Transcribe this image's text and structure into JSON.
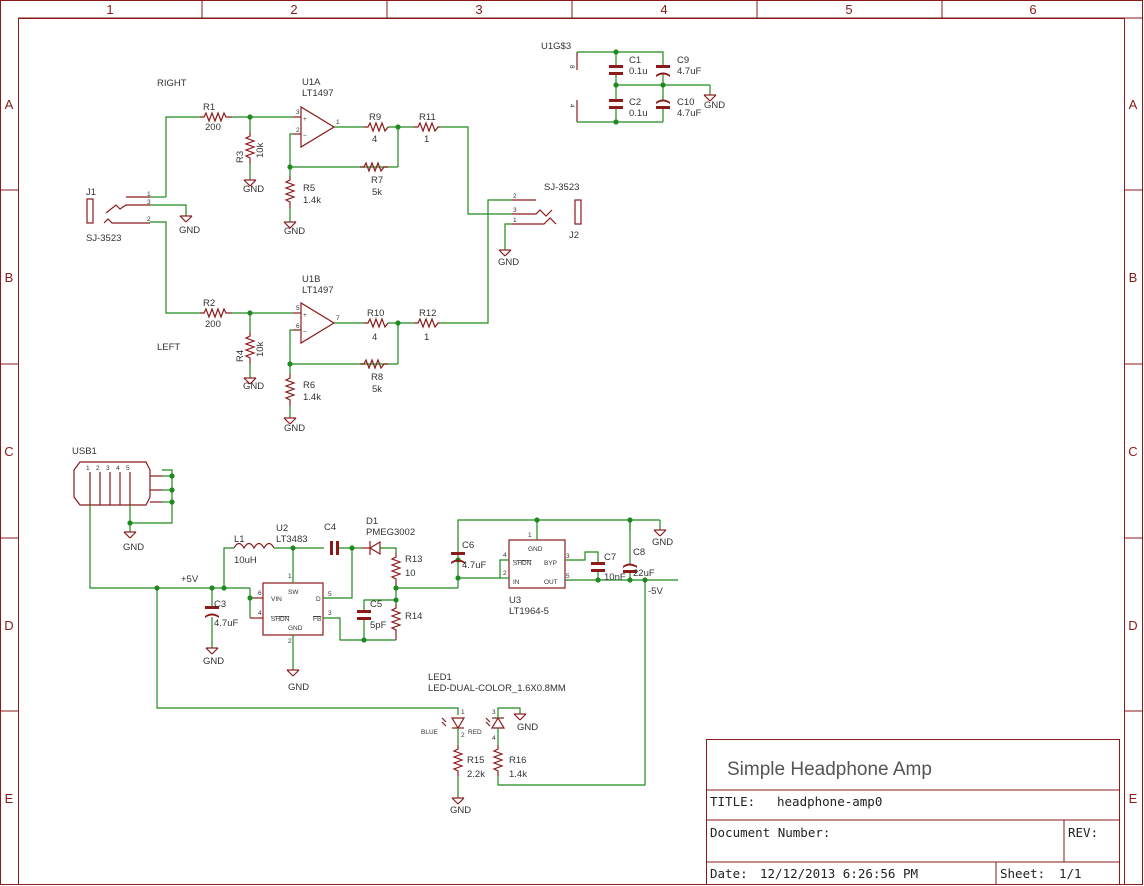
{
  "grid": {
    "cols": [
      "1",
      "2",
      "3",
      "4",
      "5",
      "6"
    ],
    "rows": [
      "A",
      "B",
      "C",
      "D",
      "E"
    ]
  },
  "labels": {
    "right": "RIGHT",
    "left": "LEFT",
    "u1a": "U1A",
    "u1a_val": "LT1497",
    "u1b": "U1B",
    "u1b_val": "LT1497",
    "r1": "R1",
    "r1_val": "200",
    "r2": "R2",
    "r2_val": "200",
    "r3": "R3",
    "r3_val": "10k",
    "r4": "R4",
    "r4_val": "10k",
    "r5": "R5",
    "r5_val": "1.4k",
    "r6": "R6",
    "r6_val": "1.4k",
    "r7": "R7",
    "r7_val": "5k",
    "r8": "R8",
    "r8_val": "5k",
    "r9": "R9",
    "r9_val": "4",
    "r10": "R10",
    "r10_val": "4",
    "r11": "R11",
    "r11_val": "1",
    "r12": "R12",
    "r12_val": "1",
    "j1": "J1",
    "j1_val": "SJ-3523",
    "j2": "J2",
    "j2_val": "SJ-3523",
    "u1g": "U1G$3",
    "c1": "C1",
    "c1_val": "0.1u",
    "c2": "C2",
    "c2_val": "0.1u",
    "c9": "C9",
    "c9_val": "4.7uF",
    "c10": "C10",
    "c10_val": "4.7uF",
    "usb1": "USB1",
    "u2": "U2",
    "u2_val": "LT3483",
    "l1": "L1",
    "l1_val": "10uH",
    "c4": "C4",
    "d1": "D1",
    "d1_val": "PMEG3002",
    "r13": "R13",
    "r13_val": "10",
    "r14": "R14",
    "c3": "C3",
    "c3_val": "4.7uF",
    "c5": "C5",
    "c5_val": "5pF",
    "c6": "C6",
    "c6_val": "4.7uF",
    "u3": "U3",
    "u3_val": "LT1964-5",
    "c7": "C7",
    "c7_val": "10nF",
    "c8": "C8",
    "c8_val": "22uF",
    "plus5v": "+5V",
    "minus5v": "-5V",
    "led1": "LED1",
    "led1_val": "LED-DUAL-COLOR_1.6X0.8MM",
    "blue": "BLUE",
    "red": "RED",
    "r15": "R15",
    "r15_val": "2.2k",
    "r16": "R16",
    "r16_val": "1.4k",
    "gnd": "GND",
    "pin_sw": "SW",
    "pin_vin": "VIN",
    "pin_d": "D",
    "pin_shdn": "SHDN",
    "pin_fb": "FB",
    "pin_gnd": "GND",
    "pin_byp": "BYP",
    "pin_in": "IN",
    "pin_out": "OUT"
  },
  "title_block": {
    "project": "Simple Headphone Amp",
    "title_label": "TITLE:",
    "title_value": "headphone-amp0",
    "doc_label": "Document Number:",
    "rev_label": "REV:",
    "date_label": "Date:",
    "date_value": "12/12/2013 6:26:56 PM",
    "sheet_label": "Sheet:",
    "sheet_value": "1/1"
  },
  "colors": {
    "frame": "#8b1a1a",
    "wire": "#1f8a1f",
    "text": "#333333"
  }
}
